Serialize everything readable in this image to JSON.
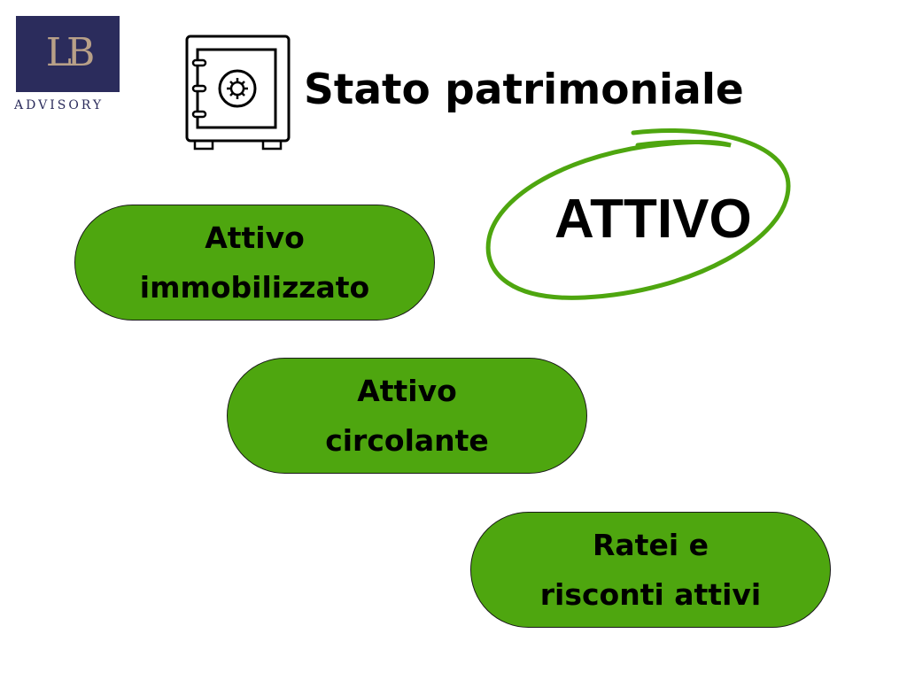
{
  "logo": {
    "letters": "LB",
    "text": "ADVISORY"
  },
  "title": "Stato patrimoniale",
  "highlight": "ATTIVO",
  "items": [
    {
      "line1": "Attivo",
      "line2": "immobilizzato"
    },
    {
      "line1": "Attivo",
      "line2": "circolante"
    },
    {
      "line1": "Ratei e",
      "line2": "risconti attivi"
    }
  ],
  "colors": {
    "green": "#4ea60f",
    "navy": "#2b2c5c",
    "gold": "#b8a088"
  }
}
